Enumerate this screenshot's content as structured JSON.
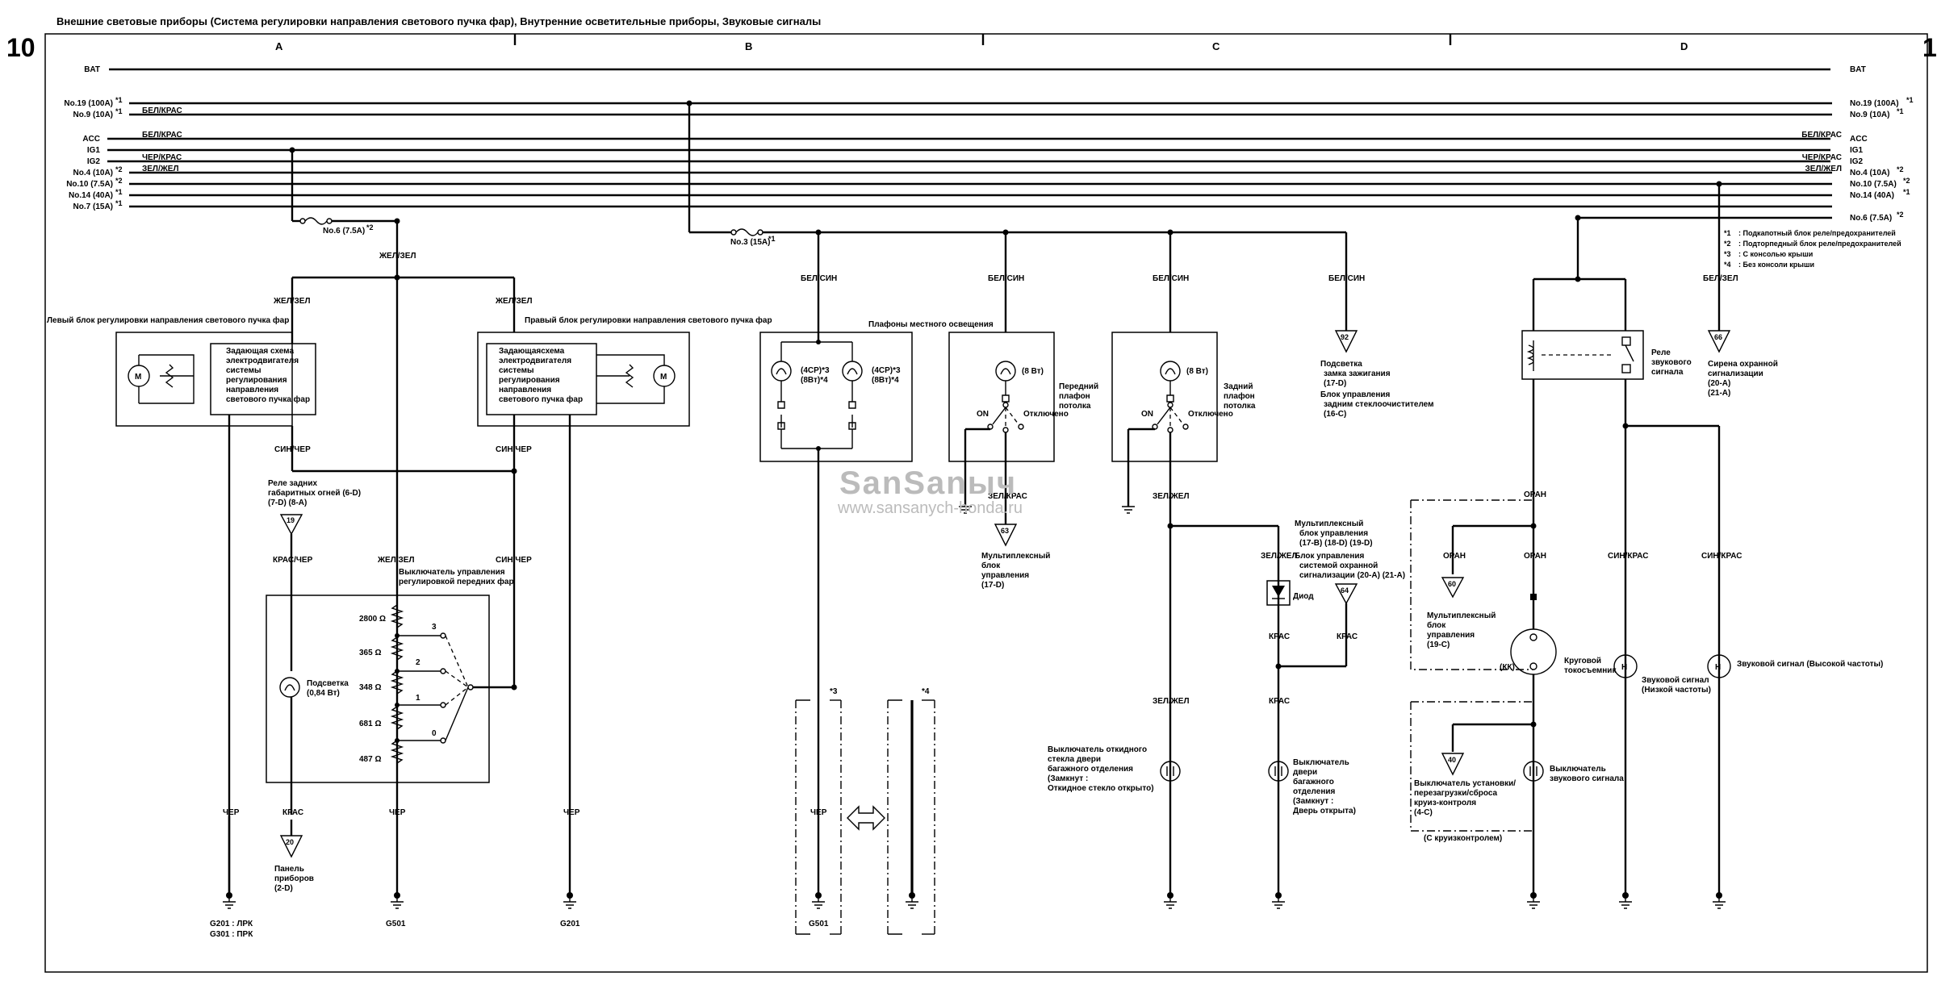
{
  "header": {
    "title": "Внешние световые приборы (Система регулировки направления светового пучка фар), Внутренние осветительные приборы, Звуковые сигналы",
    "page_left": "10",
    "page_right": "1"
  },
  "columns": [
    "A",
    "B",
    "C",
    "D"
  ],
  "watermark": {
    "logo": "SanSanыч",
    "url": "www.sansanych-honda.ru"
  },
  "bus_left": [
    {
      "label": "BAT",
      "wire": ""
    },
    {
      "label": "No.19 (100A)",
      "sup": "*1",
      "wire": ""
    },
    {
      "label": "No.9 (10A)",
      "sup": "*1",
      "wire": "БЕЛ/КРАС"
    },
    {
      "label": "ACC",
      "sup": "",
      "wire": "БЕЛ/КРАС"
    },
    {
      "label": "IG1",
      "sup": "",
      "wire": ""
    },
    {
      "label": "IG2",
      "sup": "",
      "wire": "ЧЕР/КРАС"
    },
    {
      "label": "No.4 (10A)",
      "sup": "*2",
      "wire": "ЗЕЛ/ЖЕЛ"
    },
    {
      "label": "No.10 (7.5A)",
      "sup": "*2",
      "wire": ""
    },
    {
      "label": "No.14 (40A)",
      "sup": "*1",
      "wire": ""
    },
    {
      "label": "No.7 (15A)",
      "sup": "*1",
      "wire": ""
    }
  ],
  "bus_right": [
    {
      "label": "BAT",
      "sup": "",
      "wire": ""
    },
    {
      "label": "No.19 (100A)",
      "sup": "*1",
      "wire": ""
    },
    {
      "label": "No.9 (10A)",
      "sup": "*1",
      "wire": ""
    },
    {
      "label": "ACC",
      "sup": "",
      "wire": "БЕЛ/КРАС"
    },
    {
      "label": "IG1",
      "sup": "",
      "wire": ""
    },
    {
      "label": "IG2",
      "sup": "",
      "wire": "ЧЕР/КРАС"
    },
    {
      "label": "No.4 (10A)",
      "sup": "*2",
      "wire": "ЗЕЛ/ЖЕЛ"
    },
    {
      "label": "No.10 (7.5A)",
      "sup": "*2",
      "wire": ""
    },
    {
      "label": "No.14 (40A)",
      "sup": "*1",
      "wire": ""
    },
    {
      "label": "No.6 (7.5A)",
      "sup": "*2",
      "wire": ""
    }
  ],
  "fuses": {
    "f6": {
      "label": "No.6 (7.5A)",
      "sup": "*2"
    },
    "f3": {
      "label": "No.3 (15A)",
      "sup": "*1"
    }
  },
  "notes": [
    {
      "key": "*1",
      "text": ": Подкапотный блок реле/предохранителей"
    },
    {
      "key": "*2",
      "text": ": Подторпедный блок реле/предохранителей"
    },
    {
      "key": "*3",
      "text": ": С консолью крыши"
    },
    {
      "key": "*4",
      "text": ": Без консоли крыши"
    }
  ],
  "wires": {
    "zhel_zel": "ЖЕЛ/ЗЕЛ",
    "sin_cher": "СИН/ЧЕР",
    "kras_cher": "КРАС/ЧЕР",
    "cher": "ЧЕР",
    "kras": "КРАС",
    "bel_sin": "БЕЛ/СИН",
    "zel_kras": "ЗЕЛ/КРАС",
    "zel_zhel": "ЗЕЛ/ЖЕЛ",
    "oran": "ОРАН",
    "sin_kras": "СИН/КРАС",
    "bel_zel": "БЕЛ/ЗЕЛ"
  },
  "components": {
    "left_leveler": "Левый блок регулировки направления светового пучка фар",
    "right_leveler": "Правый блок регулировки направления светового пучка фар",
    "leveler_circuit_left": [
      "Задающая схема",
      "электродвигателя",
      "системы",
      "регулирования",
      "направления",
      "светового пучка фар"
    ],
    "leveler_circuit_right": [
      "Задающаясхема",
      "электродвигателя",
      "системы",
      "регулирования",
      "направления",
      "светового пучка фар"
    ],
    "motor": "M",
    "rear_relay": [
      "Реле задних",
      "габаритных огней (6-D)",
      "(7-D) (8-A)"
    ],
    "switch_title": [
      "Выключатель управления",
      "регулировкой передних фар"
    ],
    "resistors": [
      "2800 Ω",
      "365 Ω",
      "348 Ω",
      "681 Ω",
      "487 Ω"
    ],
    "positions": [
      "3",
      "2",
      "1",
      "0"
    ],
    "illum_bulb": [
      "Подсветка",
      "(0,84 Вт)"
    ],
    "panel": [
      "Панель",
      "приборов",
      "(2-D)"
    ],
    "map_lights": "Плафоны местного освещения",
    "map_bulb": [
      "(4СР)*3",
      "(8Вт)*4"
    ],
    "bulb_8w": "(8 Вт)",
    "front_dome": [
      "Передний",
      "плафон",
      "потолка"
    ],
    "rear_dome": [
      "Задний",
      "плафон",
      "потолка"
    ],
    "sw_on": "ON",
    "sw_off": "Отключено",
    "mux_17d": [
      "Мультиплексный",
      "блок",
      "управления",
      "(17-D)"
    ],
    "ign_light": [
      "Подсветка",
      "замка зажигания",
      "(17-D)"
    ],
    "rear_wiper": [
      "Блок управления",
      "задним стеклоочистителем",
      "(16-C)"
    ],
    "mux_list": [
      "Мультиплексный",
      "блок управления",
      "(17-B) (18-D) (19-D)"
    ],
    "security_unit": [
      "Блок управления",
      "системой охранной",
      "сигнализации (20-A) (21-A)"
    ],
    "diode": "Диод",
    "hatch_glass_sw": [
      "Выключатель откидного",
      "стекла двери",
      "багажного отделения",
      "(Замкнут :",
      "Откидное стекло открыто)"
    ],
    "tailgate_sw": [
      "Выключатель",
      "двери",
      "багажного",
      "отделения",
      "(Замкнут :",
      "Дверь открыта)"
    ],
    "horn_relay": [
      "Реле",
      "звукового",
      "сигнала"
    ],
    "siren": [
      "Сирена охранной",
      "сигнализации",
      "(20-A)",
      "(21-A)"
    ],
    "mux_19c": [
      "Мультиплексный",
      "блок",
      "управления",
      "(19-C)"
    ],
    "kk": "(КК)",
    "cable_reel": [
      "Круговой",
      "токосъемник"
    ],
    "cruise_sw": [
      "Выключатель установки/",
      "перезагрузки/сброса",
      "круиз-контроля",
      "(4-C)"
    ],
    "with_cruise": "(С круизконтролем)",
    "horn_sw": [
      "Выключатель",
      "звукового сигнала"
    ],
    "horn_low": [
      "Звуковой сигнал",
      "(Низкой частоты)"
    ],
    "horn_high": "Звуковой сигнал (Высокой частоты)",
    "horn_h": "H",
    "star3": "*3",
    "star4": "*4"
  },
  "connectors": {
    "c19": "19",
    "c20": "20",
    "c63": "63",
    "c92": "92",
    "c64": "64",
    "c66": "66",
    "c60": "60",
    "c40": "40"
  },
  "grounds": {
    "g201_lines": [
      "G201 : ЛРК",
      "G301 : ПРК"
    ],
    "g501": "G501",
    "g201": "G201"
  }
}
